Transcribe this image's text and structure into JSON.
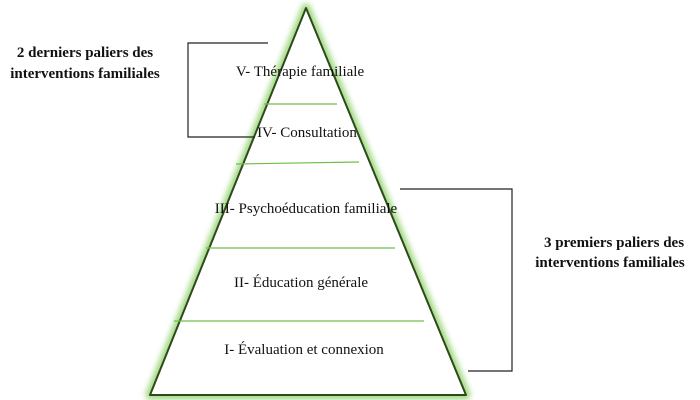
{
  "pyramid": {
    "levels": [
      {
        "id": "5",
        "label": "V- Thérapie familiale"
      },
      {
        "id": "4",
        "label": "IV- Consultation"
      },
      {
        "id": "3",
        "label": "III- Psychoéducation familiale"
      },
      {
        "id": "2",
        "label": "II- Éducation générale"
      },
      {
        "id": "1",
        "label": "I- Évaluation et connexion"
      }
    ]
  },
  "groups": {
    "top": {
      "line1": "2 derniers paliers des",
      "line2": "interventions familiales"
    },
    "bottom": {
      "line1": "3 premiers paliers des",
      "line2": "interventions familiales"
    }
  },
  "colors": {
    "outline": "#2d4a1a",
    "glow": "#8fd16a",
    "divider": "#6fbf4a",
    "bracket": "#222222",
    "text": "#111111"
  }
}
